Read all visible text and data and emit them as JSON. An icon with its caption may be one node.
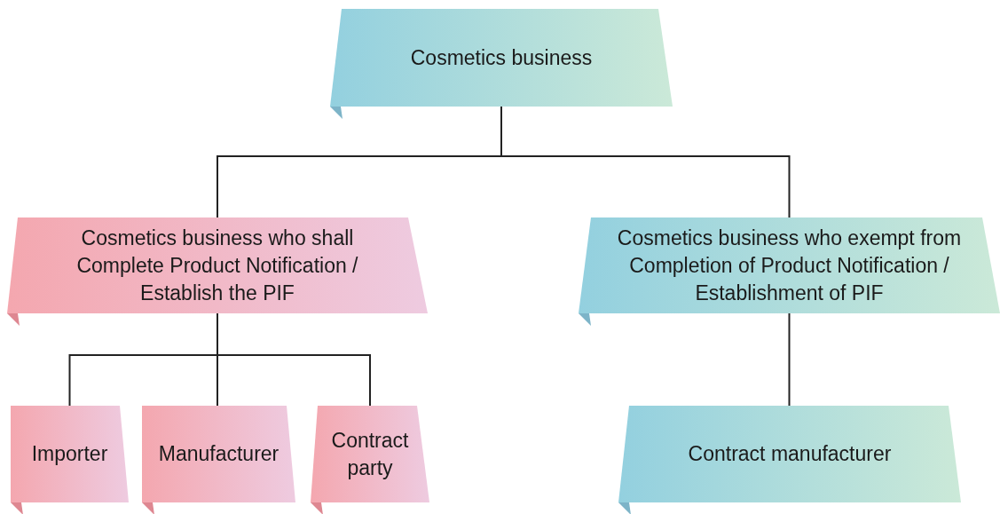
{
  "diagram": {
    "nodes": [
      {
        "text": [
          "Cosmetics business"
        ]
      },
      {
        "text": [
          "Cosmetics business who shall Complete Product Notification / Establish the PIF"
        ]
      },
      {
        "text": [
          "Cosmetics business who exempt from Completion of Product Notification / Establishment of PIF"
        ]
      },
      {
        "text": [
          "Importer"
        ]
      },
      {
        "text": [
          "Manufacturer"
        ]
      },
      {
        "text": [
          "Contract party"
        ]
      },
      {
        "text": [
          "Contract manufacturer"
        ]
      }
    ],
    "edges": [
      {
        "from": 0,
        "to": 1,
        "arrow": "none"
      },
      {
        "from": 0,
        "to": 2,
        "arrow": "none"
      },
      {
        "from": 1,
        "to": 3,
        "arrow": "none"
      },
      {
        "from": 1,
        "to": 4,
        "arrow": "none"
      },
      {
        "from": 1,
        "to": 5,
        "arrow": "none"
      },
      {
        "from": 2,
        "to": 6,
        "arrow": "none"
      }
    ]
  }
}
